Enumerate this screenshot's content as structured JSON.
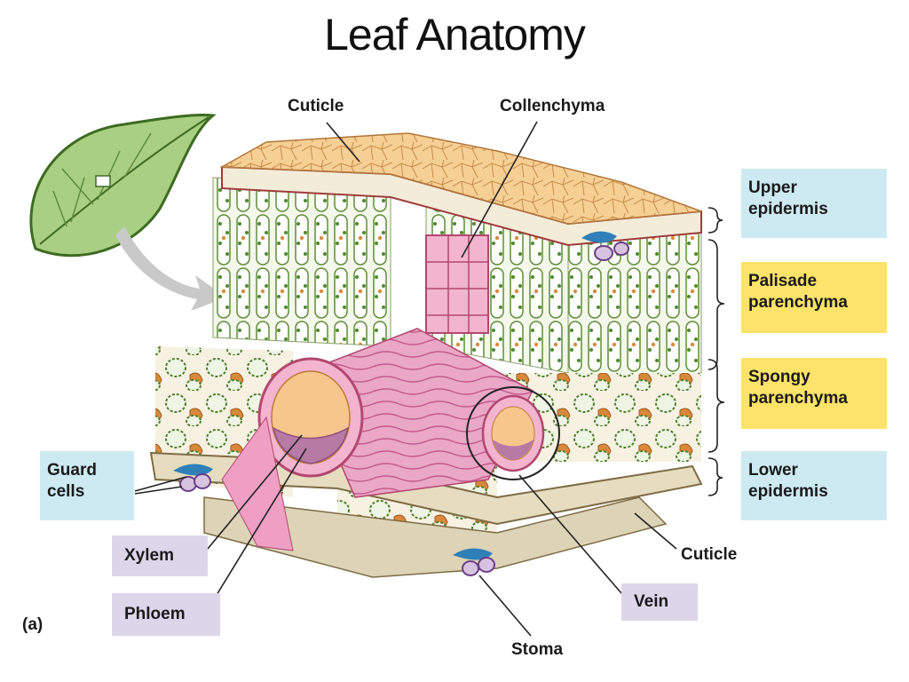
{
  "title": "Leaf Anatomy",
  "labels": {
    "cuticle_top": "Cuticle",
    "collenchyma": "Collenchyma",
    "cuticle_bottom": "Cuticle",
    "stoma": "Stoma",
    "panel_letter": "(a)"
  },
  "layer_boxes": [
    {
      "line1": "Upper",
      "line2": "epidermis",
      "color": "#cdeaf2"
    },
    {
      "line1": "Palisade",
      "line2": "parenchyma",
      "color": "#fde36a"
    },
    {
      "line1": "Spongy",
      "line2": "parenchyma",
      "color": "#fde36a"
    },
    {
      "line1": "Lower",
      "line2": "epidermis",
      "color": "#cdeaf2"
    }
  ],
  "left_boxes": {
    "guard_cells": {
      "line1": "Guard",
      "line2": "cells",
      "color": "#cdeaf2"
    },
    "xylem": {
      "text": "Xylem",
      "color": "#ddd6ea"
    },
    "phloem": {
      "text": "Phloem",
      "color": "#ddd6ea"
    },
    "vein": {
      "text": "Vein",
      "color": "#ddd6ea"
    }
  }
}
